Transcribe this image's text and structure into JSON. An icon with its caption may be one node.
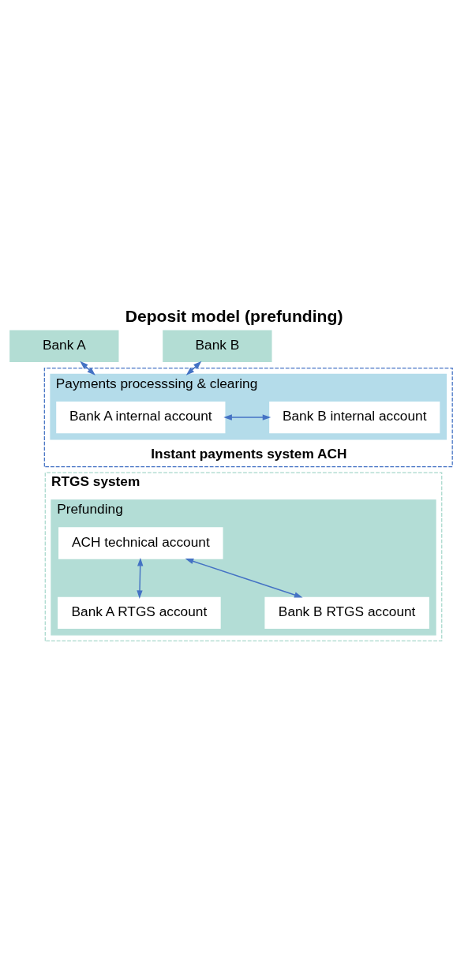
{
  "diagram": {
    "title": "Deposit model (prefunding)",
    "nodes": [
      {
        "text": [
          "Bank A"
        ]
      },
      {
        "text": [
          "Bank B"
        ]
      },
      {
        "text": [
          "Instant payments system ACH"
        ]
      },
      {
        "text": [
          "Payments processsing & clearing"
        ],
        "in": 2
      },
      {
        "text": [
          "Bank A internal account"
        ],
        "in": 3
      },
      {
        "text": [
          "Bank B internal account"
        ],
        "in": 3
      },
      {
        "text": [
          "RTGS system"
        ]
      },
      {
        "text": [
          "Prefunding"
        ],
        "in": 6
      },
      {
        "text": [
          "ACH technical account"
        ],
        "in": 7
      },
      {
        "text": [
          "Bank A RTGS account"
        ],
        "in": 7
      },
      {
        "text": [
          "Bank B RTGS account"
        ],
        "in": 7
      }
    ],
    "edges": [
      {
        "from": 0,
        "to": 3,
        "arrow": "both"
      },
      {
        "from": 1,
        "to": 3,
        "arrow": "both"
      },
      {
        "from": 4,
        "to": 5,
        "arrow": "both"
      },
      {
        "from": 8,
        "to": 9,
        "arrow": "both"
      },
      {
        "from": 8,
        "to": 10,
        "arrow": "both"
      }
    ]
  }
}
